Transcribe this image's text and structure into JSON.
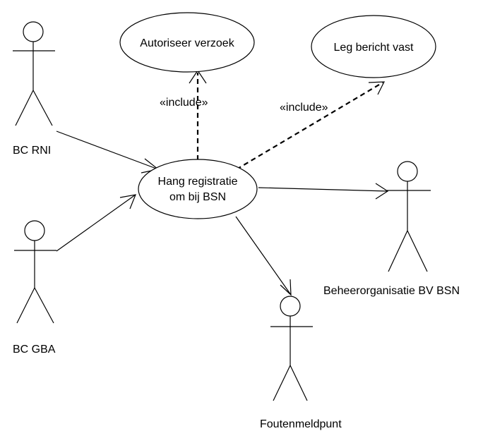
{
  "use_cases": {
    "autoriseer": "Autoriseer verzoek",
    "leg_bericht": "Leg bericht vast",
    "hang_line1": "Hang registratie",
    "hang_line2": "om bij BSN"
  },
  "actors": {
    "bc_rni": "BC RNI",
    "bc_gba": "BC GBA",
    "beheer": "Beheerorganisatie BV BSN",
    "fouten": "Foutenmeldpunt"
  },
  "relations": {
    "include_1": "«include»",
    "include_2": "«include»"
  }
}
